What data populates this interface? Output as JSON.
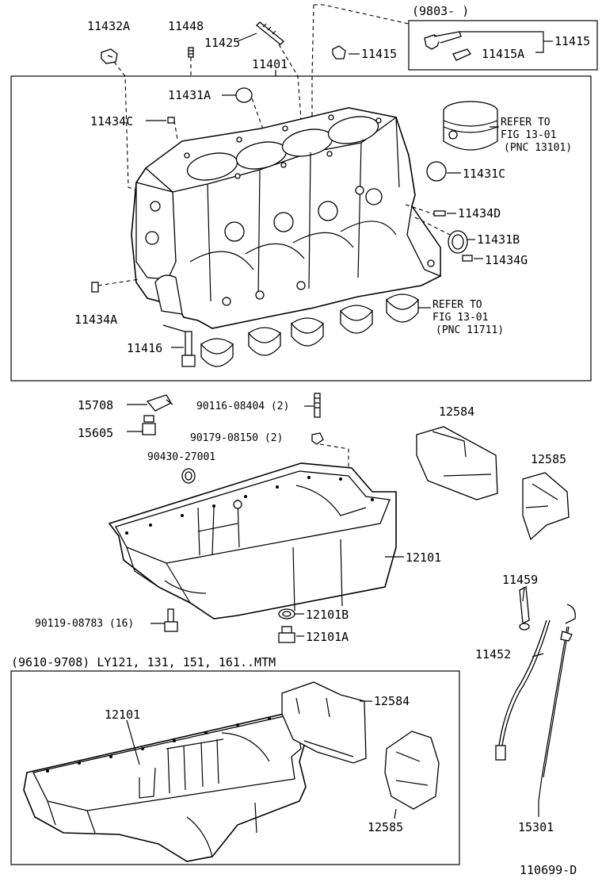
{
  "diagram": {
    "footer_code": "110699-D",
    "callouts": {
      "p11432A": "11432A",
      "p11448": "11448",
      "p11425": "11425",
      "p11415_top": "11415",
      "p11401": "11401",
      "p11431A": "11431A",
      "p11434C": "11434C",
      "p11431C": "11431C",
      "p11434D": "11434D",
      "p11431B": "11431B",
      "p11434G": "11434G",
      "p11434A": "11434A",
      "p11416": "11416",
      "p15708": "15708",
      "p15605": "15605",
      "p90116": "90116-08404 (2)",
      "p90179": "90179-08150 (2)",
      "p90430": "90430-27001",
      "p12584_top": "12584",
      "p12585_top": "12585",
      "p12101_top": "12101",
      "p90119": "90119-08783 (16)",
      "p12101B": "12101B",
      "p12101A": "12101A",
      "p11459": "11459",
      "p11452": "11452",
      "p12101_bot": "12101",
      "p12584_bot": "12584",
      "p12585_bot": "12585",
      "p15301": "15301"
    },
    "inset": {
      "date_range": "(9803-        )",
      "p11415A": "11415A",
      "p11415": "11415"
    },
    "refer_piston": {
      "line1": "REFER TO",
      "line2": "FIG 13-01",
      "line3": "(PNC 13101)"
    },
    "refer_bearing": {
      "line1": "REFER TO",
      "line2": "FIG 13-01",
      "line3": "(PNC 11711)"
    },
    "variant_caption": "(9610-9708) LY121, 131, 151, 161..MTM"
  }
}
